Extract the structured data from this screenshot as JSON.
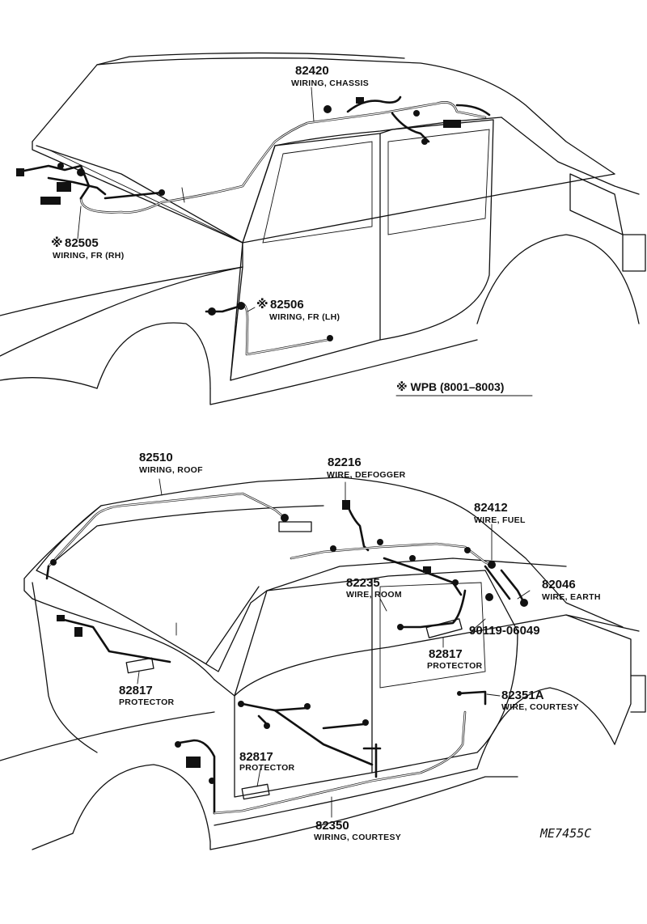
{
  "top_view": {
    "callouts": [
      {
        "id": "82420",
        "part": "82420",
        "desc": "WIRING, CHASSIS",
        "mark": ""
      },
      {
        "id": "82505",
        "part": "82505",
        "desc": "WIRING, FR (RH)",
        "mark": "※"
      },
      {
        "id": "82506",
        "part": "82506",
        "desc": "WIRING, FR (LH)",
        "mark": "※"
      }
    ],
    "note": "※ WPB (8001–8003)"
  },
  "bottom_view": {
    "callouts": [
      {
        "id": "82510",
        "part": "82510",
        "desc": "WIRING, ROOF"
      },
      {
        "id": "82216",
        "part": "82216",
        "desc": "WIRE, DEFOGGER"
      },
      {
        "id": "82412",
        "part": "82412",
        "desc": "WIRE, FUEL"
      },
      {
        "id": "82235",
        "part": "82235",
        "desc": "WIRE, ROOM"
      },
      {
        "id": "82046",
        "part": "82046",
        "desc": "WIRE, EARTH"
      },
      {
        "id": "90119",
        "part": "90119-06049",
        "desc": ""
      },
      {
        "id": "82817a",
        "part": "82817",
        "desc": "PROTECTOR"
      },
      {
        "id": "82817b",
        "part": "82817",
        "desc": "PROTECTOR"
      },
      {
        "id": "82817c",
        "part": "82817",
        "desc": "PROTECTOR"
      },
      {
        "id": "82351A",
        "part": "82351A",
        "desc": "WIRE, COURTESY"
      },
      {
        "id": "82350",
        "part": "82350",
        "desc": "WIRING, COURTESY"
      }
    ]
  },
  "drawing_code": "ME7455C"
}
